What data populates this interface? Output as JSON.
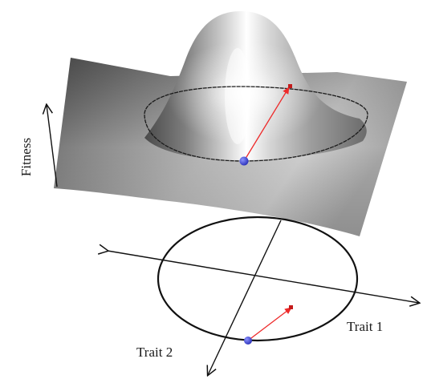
{
  "labels": {
    "fitness": "Fitness",
    "trait1": "Trait 1",
    "trait2": "Trait 2"
  },
  "colors": {
    "axis": "#111111",
    "contour": "#1a1a1a",
    "vector": "#ee2a2a",
    "point": "#3b45d6",
    "surface_light": "#f4f4f4",
    "surface_dark": "#3a3a3a"
  }
}
